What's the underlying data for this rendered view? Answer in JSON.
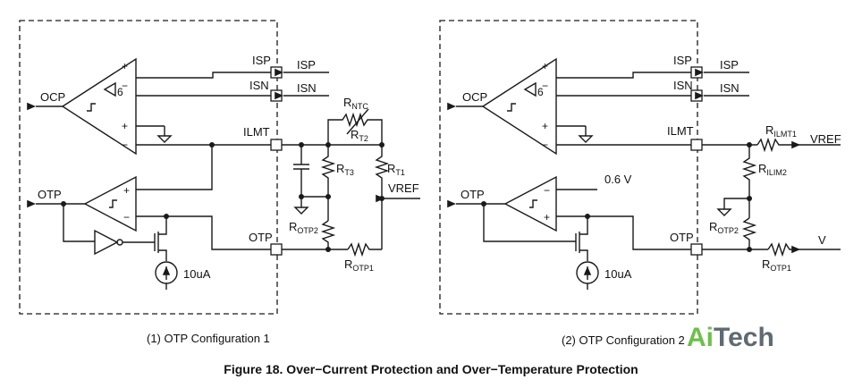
{
  "caption": "Figure 18. Over−Current Protection and Over−Temperature Protection",
  "logo": {
    "part1": "Ai",
    "part2": "Tech"
  },
  "config1": {
    "label": "(1) OTP Configuration 1",
    "pins": {
      "isp": "ISP",
      "isn": "ISN",
      "ilmt": "ILMT",
      "otp": "OTP"
    },
    "ext": {
      "isp": "ISP",
      "isn": "ISN",
      "vref": "VREF"
    },
    "outputs": {
      "ocp": "OCP",
      "otp": "OTP"
    },
    "comp_symbols": {
      "plus": "+",
      "minus": "−",
      "offset": "6"
    },
    "resistors": {
      "rntc": {
        "main": "R",
        "sub": "NTC"
      },
      "rt2": {
        "main": "R",
        "sub": "T2"
      },
      "rt3": {
        "main": "R",
        "sub": "T3"
      },
      "rt1": {
        "main": "R",
        "sub": "T1"
      },
      "rotp2": {
        "main": "R",
        "sub": "OTP2"
      },
      "rotp1": {
        "main": "R",
        "sub": "OTP1"
      }
    },
    "current_source": "10uA"
  },
  "config2": {
    "label": "(2) OTP Configuration 2",
    "pins": {
      "isp": "ISP",
      "isn": "ISN",
      "ilmt": "ILMT",
      "otp": "OTP"
    },
    "ext": {
      "isp": "ISP",
      "isn": "ISN",
      "vref": "VREF",
      "v": "V"
    },
    "outputs": {
      "ocp": "OCP",
      "otp": "OTP"
    },
    "ref_voltage": "0.6 V",
    "comp_symbols": {
      "plus": "+",
      "minus": "−",
      "offset": "6"
    },
    "resistors": {
      "rilmt1": {
        "main": "R",
        "sub": "ILMT1"
      },
      "rilim2": {
        "main": "R",
        "sub": "ILIM2"
      },
      "rotp2": {
        "main": "R",
        "sub": "OTP2"
      },
      "rotp1": {
        "main": "R",
        "sub": "OTP1"
      }
    },
    "current_source": "10uA"
  }
}
